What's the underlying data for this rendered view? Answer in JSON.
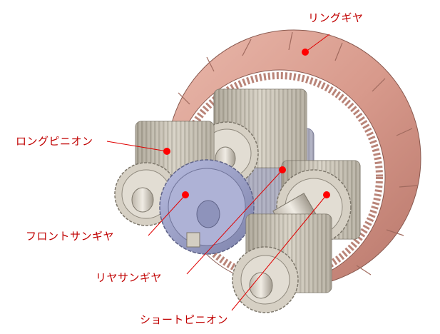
{
  "diagram": {
    "labels": {
      "ring_gear": "リングギヤ",
      "long_pinion": "ロングピニオン",
      "front_sun_gear": "フロントサンギヤ",
      "rear_sun_gear": "リヤサンギヤ",
      "short_pinion": "ショートピニオン"
    },
    "colors": {
      "label_text": "#c00000",
      "leader_line": "#e00000",
      "marker_dot": "#ff0000",
      "ring_gear": "#dca194",
      "pinion_gear": "#cfc9bc",
      "sun_gear": "#9fa4c8",
      "shaft": "#d8d2c8"
    }
  }
}
